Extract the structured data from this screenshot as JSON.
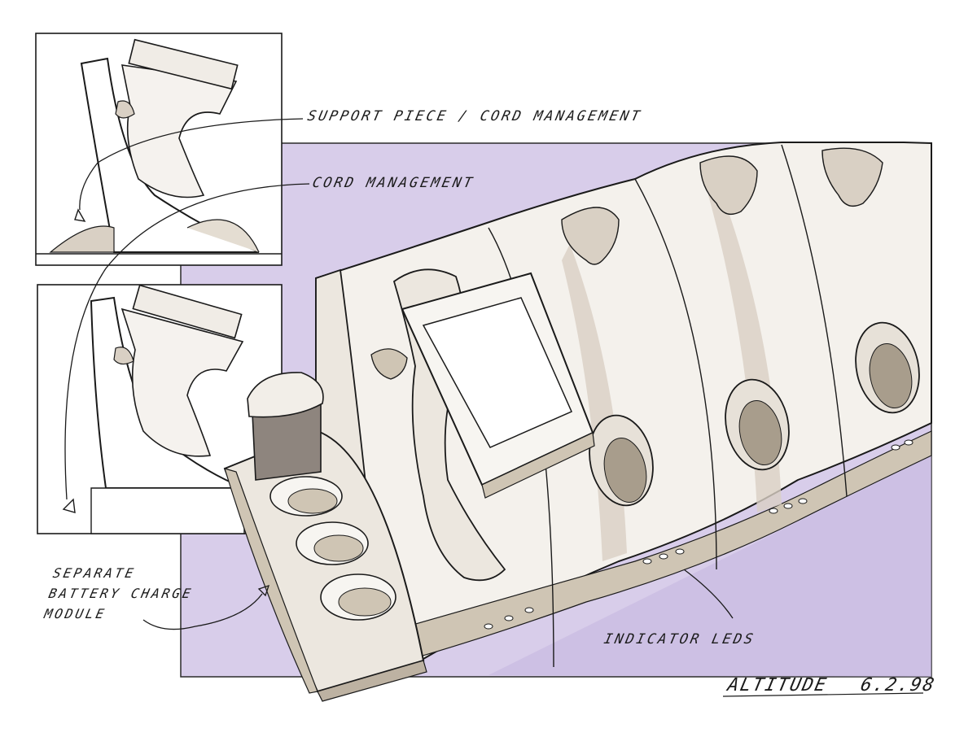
{
  "labels": {
    "support_piece": "SUPPORT PIECE / CORD MANAGEMENT",
    "cord_management": "CORD MANAGEMENT",
    "battery_module": [
      "SEPARATE",
      "BATTERY CHARGE",
      "MODULE"
    ],
    "indicator_leds": "INDICATOR LEDS"
  },
  "signature": {
    "text": "ALTITUDE",
    "date": "6.2.98"
  },
  "colors": {
    "paper": "#ffffff",
    "lavender": "#d8cdea",
    "lavender_shadow": "#c6b8e0",
    "warm_grey": "#cfc5b4",
    "warm_grey_dark": "#a89d8c",
    "ink": "#1a1a1a",
    "grip_dark": "#8e857e"
  }
}
